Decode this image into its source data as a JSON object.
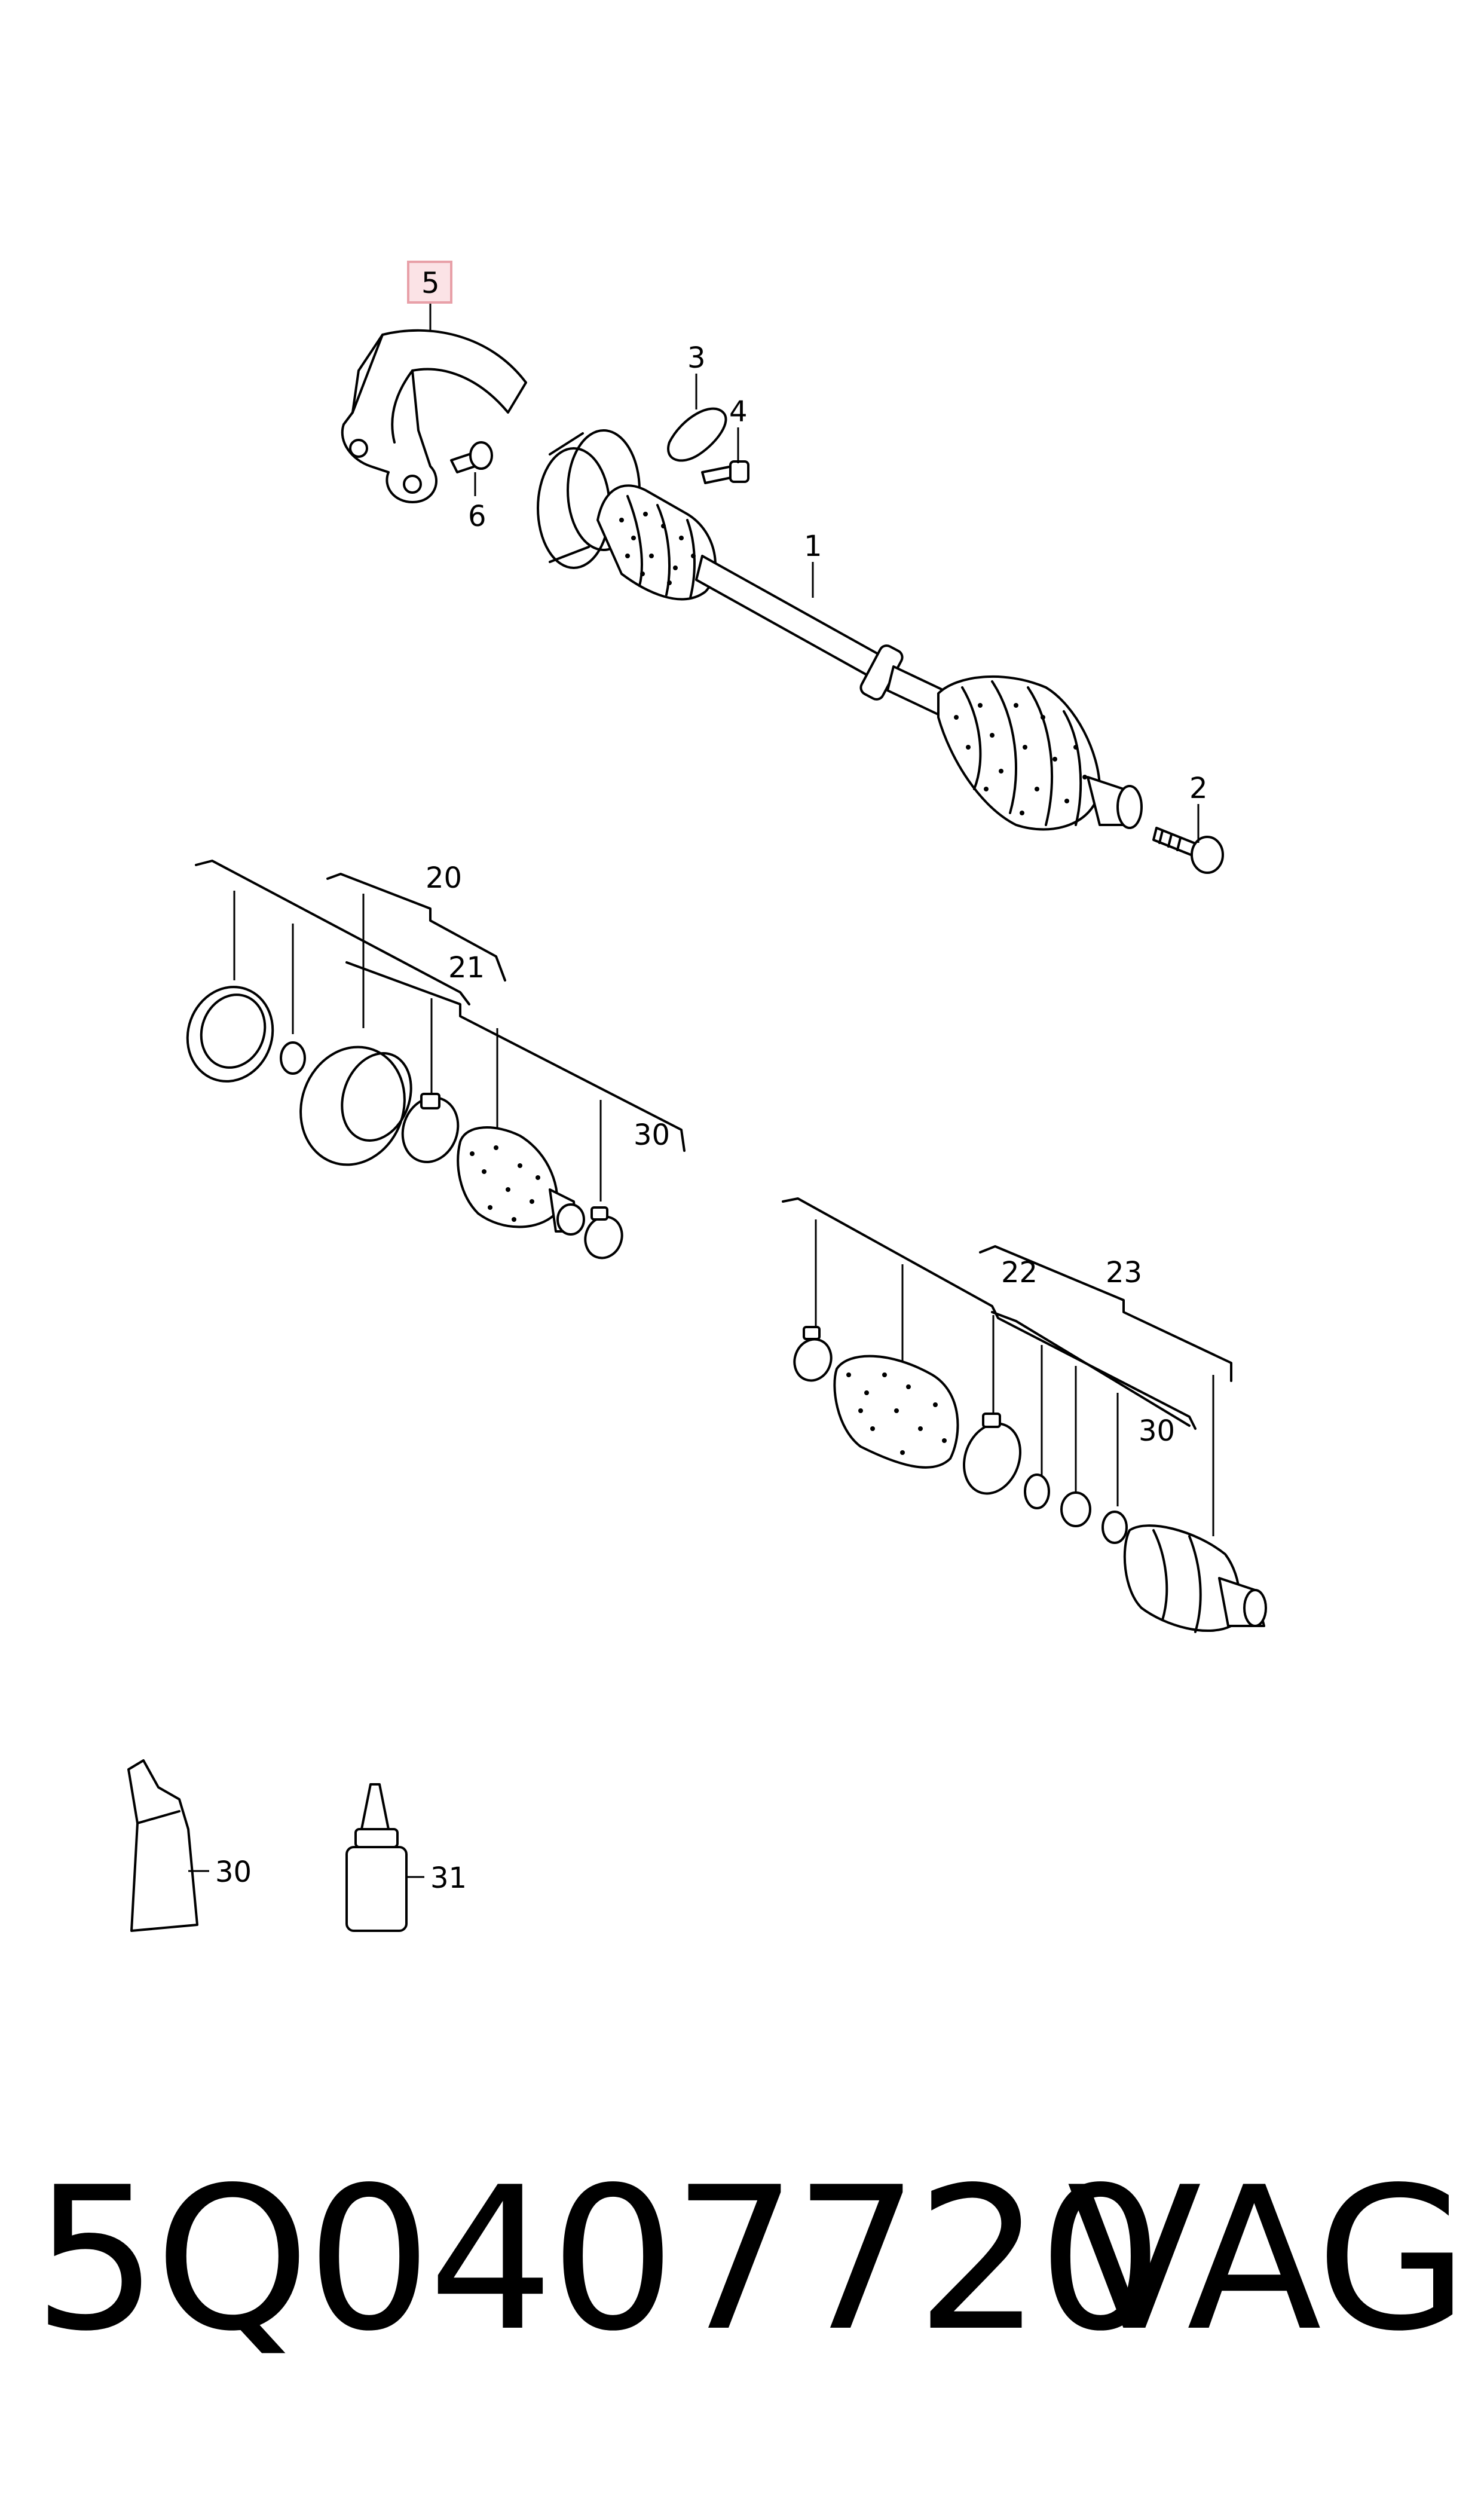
{
  "diagram": {
    "callouts": [
      {
        "id": "c5",
        "text": "5",
        "highlighted": true
      },
      {
        "id": "c6",
        "text": "6"
      },
      {
        "id": "c3",
        "text": "3"
      },
      {
        "id": "c4",
        "text": "4"
      },
      {
        "id": "c1",
        "text": "1"
      },
      {
        "id": "c2",
        "text": "2"
      },
      {
        "id": "c20",
        "text": "20"
      },
      {
        "id": "c21",
        "text": "21"
      },
      {
        "id": "c30a",
        "text": "30"
      },
      {
        "id": "c22",
        "text": "22"
      },
      {
        "id": "c23",
        "text": "23"
      },
      {
        "id": "c30b",
        "text": "30"
      },
      {
        "id": "c30c",
        "text": "30"
      },
      {
        "id": "c31",
        "text": "31"
      }
    ],
    "highlight_color": "#e8a0a8"
  },
  "footer": {
    "part_number": "5Q0407720",
    "brand": "VAG"
  }
}
